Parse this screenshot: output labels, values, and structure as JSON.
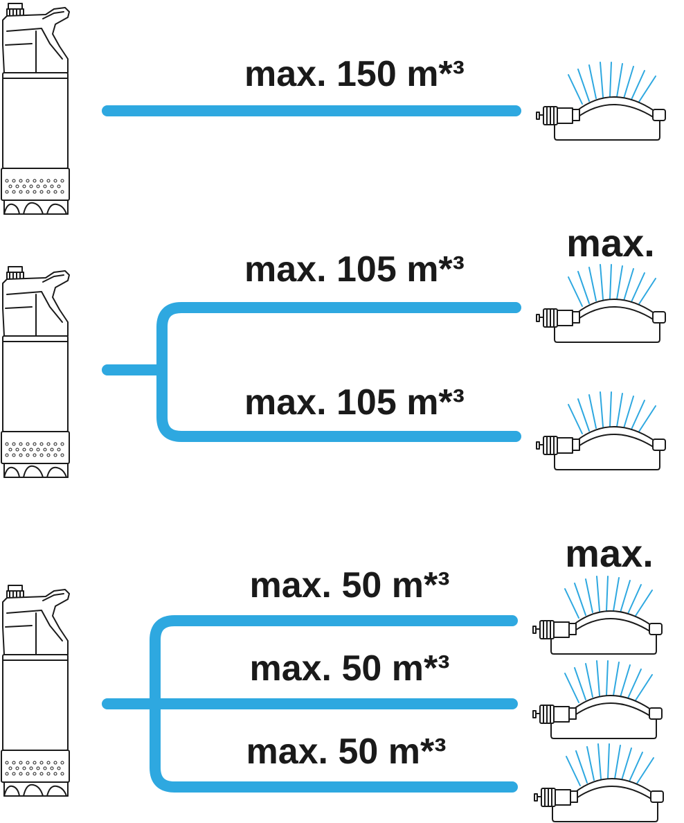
{
  "colors": {
    "pipe": "#2ea8e0",
    "spray": "#2ea8e0",
    "ink": "#1a1a1a",
    "background": "#ffffff"
  },
  "icons": {
    "pump": "submersible-pump-icon",
    "sprinkler": "oscillating-sprinkler-icon"
  },
  "scenarios": [
    {
      "pump_icon": "submersible-pump-icon",
      "header": "",
      "outlets": [
        {
          "label": "max. 150 m*³",
          "sprinkler_icon": "oscillating-sprinkler-icon"
        }
      ]
    },
    {
      "pump_icon": "submersible-pump-icon",
      "header": "max.",
      "outlets": [
        {
          "label": "max. 105 m*³",
          "sprinkler_icon": "oscillating-sprinkler-icon"
        },
        {
          "label": "max. 105 m*³",
          "sprinkler_icon": "oscillating-sprinkler-icon"
        }
      ]
    },
    {
      "pump_icon": "submersible-pump-icon",
      "header": "max.",
      "outlets": [
        {
          "label": "max. 50 m*³",
          "sprinkler_icon": "oscillating-sprinkler-icon"
        },
        {
          "label": "max. 50 m*³",
          "sprinkler_icon": "oscillating-sprinkler-icon"
        },
        {
          "label": "max. 50 m*³",
          "sprinkler_icon": "oscillating-sprinkler-icon"
        }
      ]
    }
  ]
}
